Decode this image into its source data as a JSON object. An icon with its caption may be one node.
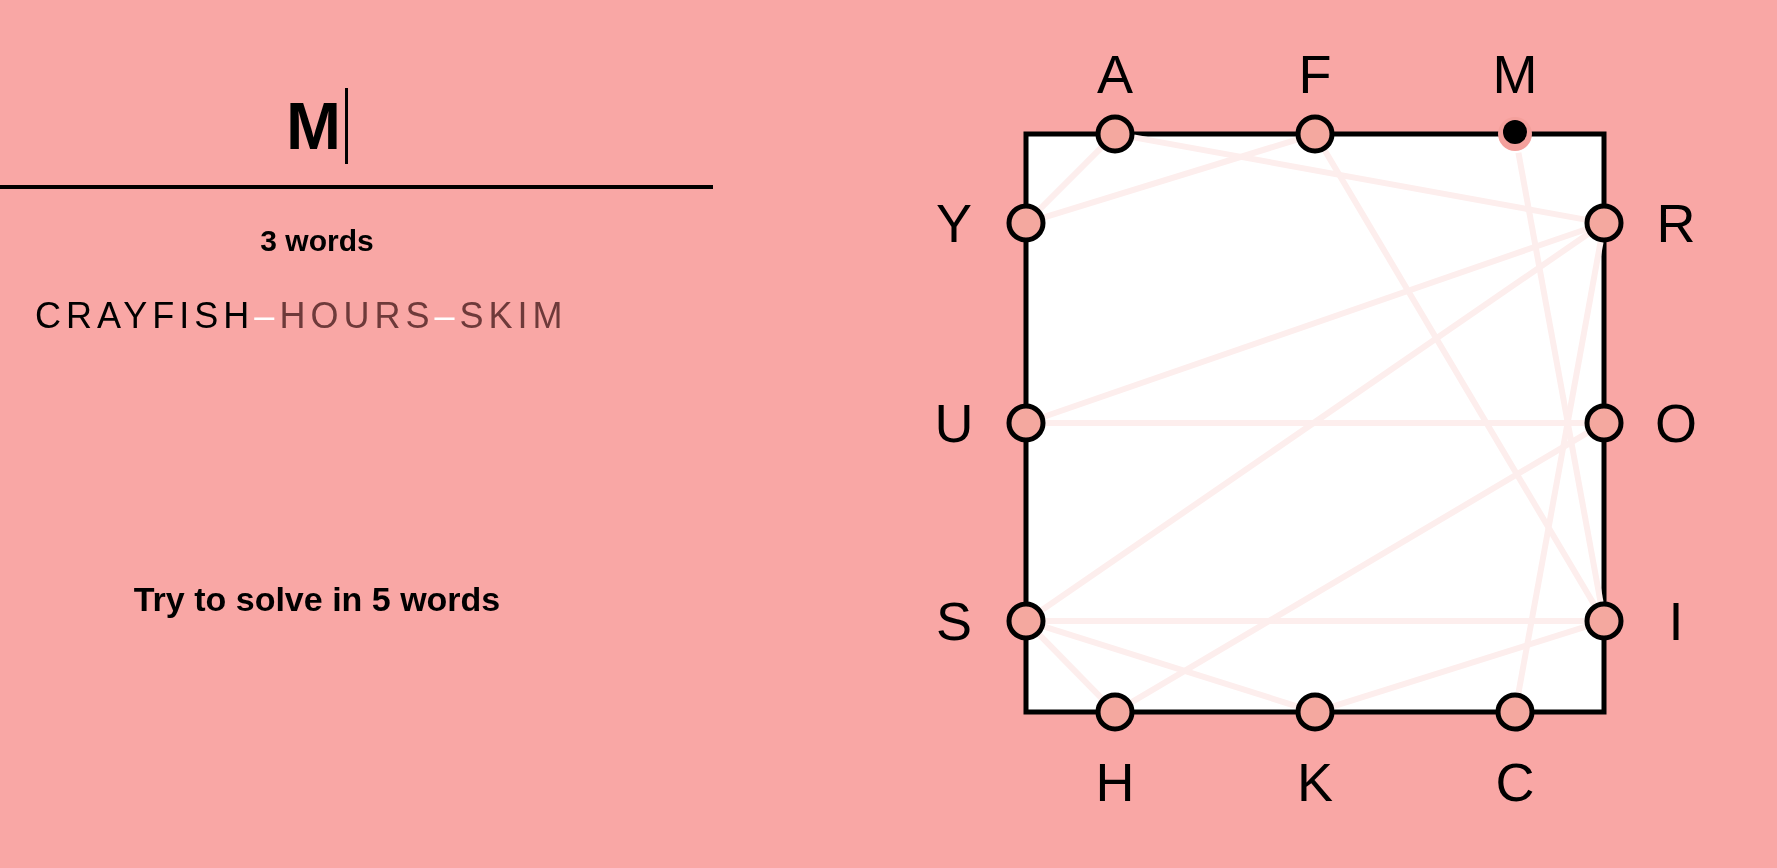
{
  "diagram": {
    "nodes": [
      {
        "text": [
          "A"
        ]
      },
      {
        "text": [
          "F"
        ]
      },
      {
        "text": [
          "M"
        ]
      },
      {
        "text": [
          "Y"
        ]
      },
      {
        "text": [
          "R"
        ]
      },
      {
        "text": [
          "U"
        ]
      },
      {
        "text": [
          "O"
        ]
      },
      {
        "text": [
          "S"
        ]
      },
      {
        "text": [
          "I"
        ]
      },
      {
        "text": [
          "H"
        ]
      },
      {
        "text": [
          "K"
        ]
      },
      {
        "text": [
          "C"
        ]
      }
    ],
    "edges": [
      {
        "from": 11,
        "to": 4,
        "arrow": "none"
      },
      {
        "from": 4,
        "to": 0,
        "arrow": "none"
      },
      {
        "from": 0,
        "to": 3,
        "arrow": "none"
      },
      {
        "from": 3,
        "to": 1,
        "arrow": "none"
      },
      {
        "from": 1,
        "to": 8,
        "arrow": "none"
      },
      {
        "from": 8,
        "to": 7,
        "arrow": "none"
      },
      {
        "from": 7,
        "to": 9,
        "arrow": "none"
      },
      {
        "from": 9,
        "to": 6,
        "arrow": "none"
      },
      {
        "from": 6,
        "to": 5,
        "arrow": "none"
      },
      {
        "from": 5,
        "to": 4,
        "arrow": "none"
      },
      {
        "from": 4,
        "to": 7,
        "arrow": "none"
      },
      {
        "from": 7,
        "to": 10,
        "arrow": "none"
      },
      {
        "from": 10,
        "to": 8,
        "arrow": "none"
      },
      {
        "from": 8,
        "to": 2,
        "arrow": "none"
      }
    ],
    "labels": [
      "M",
      "3 words",
      "CRAYFISH",
      "–",
      "HOURS",
      "–",
      "SKIM",
      "Try to solve in 5 words"
    ]
  }
}
